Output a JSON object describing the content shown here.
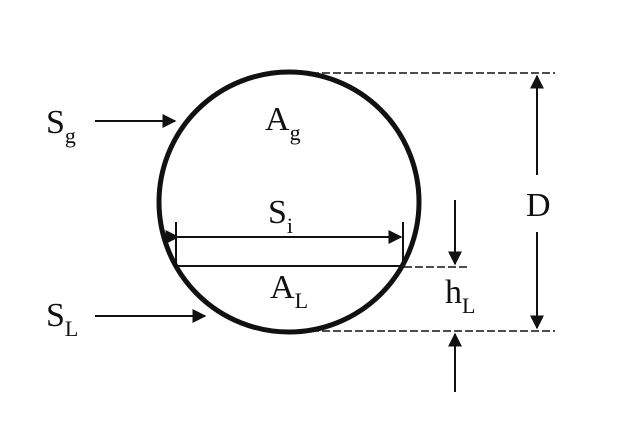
{
  "labels": {
    "sg": {
      "main": "S",
      "sub": "g"
    },
    "ag": {
      "main": "A",
      "sub": "g"
    },
    "si": {
      "main": "S",
      "sub": "i"
    },
    "al": {
      "main": "A",
      "sub": "L"
    },
    "sl": {
      "main": "S",
      "sub": "L"
    },
    "hl": {
      "main": "h",
      "sub": "L"
    },
    "d": "D"
  },
  "colors": {
    "stroke": "#111111",
    "background": "#ffffff"
  }
}
